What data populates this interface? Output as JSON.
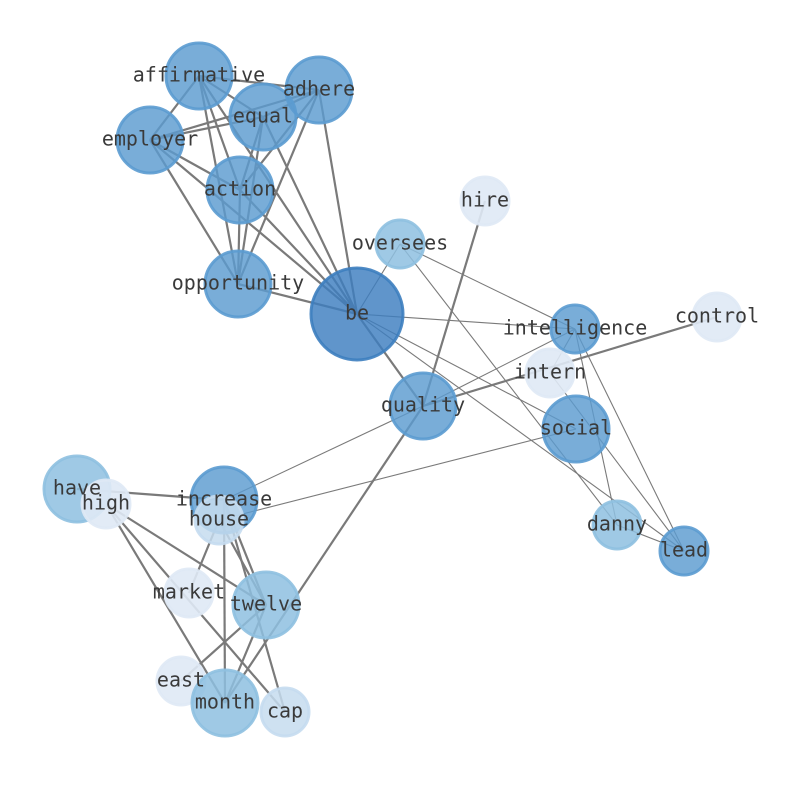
{
  "graph": {
    "palette": {
      "edge": "#7a7a7a",
      "label": "#3a3a3a",
      "tier1": "#3d7ebf",
      "tier2": "#5b9bd0",
      "tier3": "#8ec0e0",
      "tier4": "#c5dcef",
      "tier5": "#dfe9f5"
    },
    "nodes": [
      {
        "id": "be",
        "label": "be",
        "tier": 1
      },
      {
        "id": "affirmative",
        "label": "affirmative",
        "tier": 2
      },
      {
        "id": "adhere",
        "label": "adhere",
        "tier": 2
      },
      {
        "id": "equal",
        "label": "equal",
        "tier": 2
      },
      {
        "id": "employer",
        "label": "employer",
        "tier": 2
      },
      {
        "id": "action",
        "label": "action",
        "tier": 2
      },
      {
        "id": "opportunity",
        "label": "opportunity",
        "tier": 2
      },
      {
        "id": "hire",
        "label": "hire",
        "tier": 5
      },
      {
        "id": "oversees",
        "label": "oversees",
        "tier": 3
      },
      {
        "id": "intelligence",
        "label": "intelligence",
        "tier": 2
      },
      {
        "id": "control",
        "label": "control",
        "tier": 5
      },
      {
        "id": "intern",
        "label": "intern",
        "tier": 5
      },
      {
        "id": "quality",
        "label": "quality",
        "tier": 2
      },
      {
        "id": "social",
        "label": "social",
        "tier": 2
      },
      {
        "id": "have",
        "label": "have",
        "tier": 3
      },
      {
        "id": "high",
        "label": "high",
        "tier": 5
      },
      {
        "id": "increase",
        "label": "increase",
        "tier": 2
      },
      {
        "id": "house",
        "label": "house",
        "tier": 4
      },
      {
        "id": "danny",
        "label": "danny",
        "tier": 3
      },
      {
        "id": "lead",
        "label": "lead",
        "tier": 2
      },
      {
        "id": "market",
        "label": "market",
        "tier": 5
      },
      {
        "id": "twelve",
        "label": "twelve",
        "tier": 3
      },
      {
        "id": "east",
        "label": "east",
        "tier": 5
      },
      {
        "id": "month",
        "label": "month",
        "tier": 3
      },
      {
        "id": "cap",
        "label": "cap",
        "tier": 4
      }
    ],
    "edges": [
      {
        "source": "affirmative",
        "target": "employer",
        "weight": 2
      },
      {
        "source": "affirmative",
        "target": "adhere",
        "weight": 2
      },
      {
        "source": "affirmative",
        "target": "equal",
        "weight": 2
      },
      {
        "source": "affirmative",
        "target": "action",
        "weight": 2
      },
      {
        "source": "affirmative",
        "target": "opportunity",
        "weight": 2
      },
      {
        "source": "affirmative",
        "target": "be",
        "weight": 2
      },
      {
        "source": "adhere",
        "target": "employer",
        "weight": 2
      },
      {
        "source": "adhere",
        "target": "equal",
        "weight": 2
      },
      {
        "source": "adhere",
        "target": "action",
        "weight": 2
      },
      {
        "source": "adhere",
        "target": "opportunity",
        "weight": 2
      },
      {
        "source": "adhere",
        "target": "be",
        "weight": 2
      },
      {
        "source": "equal",
        "target": "employer",
        "weight": 2
      },
      {
        "source": "equal",
        "target": "action",
        "weight": 2
      },
      {
        "source": "equal",
        "target": "opportunity",
        "weight": 2
      },
      {
        "source": "equal",
        "target": "be",
        "weight": 2
      },
      {
        "source": "employer",
        "target": "action",
        "weight": 2
      },
      {
        "source": "employer",
        "target": "opportunity",
        "weight": 2
      },
      {
        "source": "employer",
        "target": "be",
        "weight": 2
      },
      {
        "source": "action",
        "target": "opportunity",
        "weight": 2
      },
      {
        "source": "action",
        "target": "be",
        "weight": 2
      },
      {
        "source": "opportunity",
        "target": "be",
        "weight": 2
      },
      {
        "source": "be",
        "target": "oversees",
        "weight": 1
      },
      {
        "source": "be",
        "target": "intelligence",
        "weight": 1
      },
      {
        "source": "be",
        "target": "quality",
        "weight": 2
      },
      {
        "source": "be",
        "target": "social",
        "weight": 1
      },
      {
        "source": "be",
        "target": "lead",
        "weight": 1
      },
      {
        "source": "oversees",
        "target": "intelligence",
        "weight": 1
      },
      {
        "source": "oversees",
        "target": "danny",
        "weight": 1
      },
      {
        "source": "hire",
        "target": "quality",
        "weight": 2
      },
      {
        "source": "quality",
        "target": "control",
        "weight": 2
      },
      {
        "source": "quality",
        "target": "intelligence",
        "weight": 1
      },
      {
        "source": "quality",
        "target": "increase",
        "weight": 1
      },
      {
        "source": "quality",
        "target": "month",
        "weight": 2
      },
      {
        "source": "intelligence",
        "target": "danny",
        "weight": 1
      },
      {
        "source": "intelligence",
        "target": "lead",
        "weight": 1
      },
      {
        "source": "intelligence",
        "target": "intern",
        "weight": 1
      },
      {
        "source": "intern",
        "target": "lead",
        "weight": 1
      },
      {
        "source": "social",
        "target": "house",
        "weight": 1
      },
      {
        "source": "danny",
        "target": "lead",
        "weight": 1
      },
      {
        "source": "have",
        "target": "increase",
        "weight": 2
      },
      {
        "source": "high",
        "target": "twelve",
        "weight": 2
      },
      {
        "source": "high",
        "target": "cap",
        "weight": 2
      },
      {
        "source": "high",
        "target": "month",
        "weight": 2
      },
      {
        "source": "increase",
        "target": "month",
        "weight": 2
      },
      {
        "source": "increase",
        "target": "twelve",
        "weight": 2
      },
      {
        "source": "increase",
        "target": "cap",
        "weight": 2
      },
      {
        "source": "house",
        "target": "twelve",
        "weight": 2
      },
      {
        "source": "house",
        "target": "market",
        "weight": 2
      },
      {
        "source": "twelve",
        "target": "east",
        "weight": 2
      },
      {
        "source": "twelve",
        "target": "month",
        "weight": 2
      }
    ]
  }
}
